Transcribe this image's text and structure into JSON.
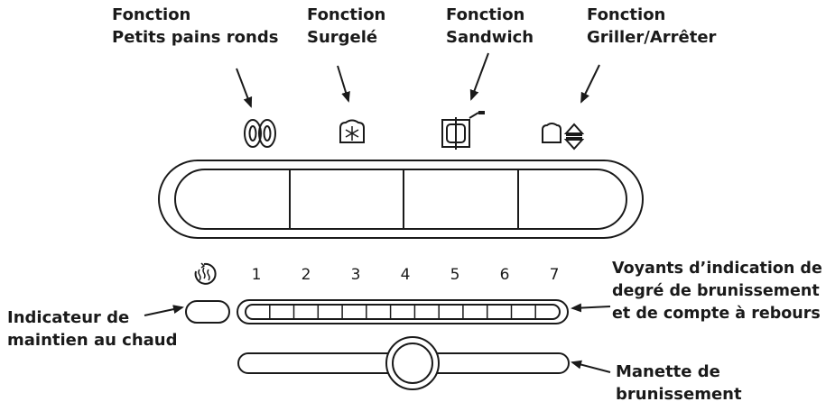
{
  "labels": {
    "bagel": {
      "line1": "Fonction",
      "line2": "Petits pains ronds"
    },
    "frozen": {
      "line1": "Fonction",
      "line2": "Surgelé"
    },
    "sandwich": {
      "line1": "Fonction",
      "line2": "Sandwich"
    },
    "toast_stop": {
      "line1": "Fonction",
      "line2": "Griller/Arrêter"
    },
    "keep_warm": {
      "line1": "Indicateur de",
      "line2": "maintien au chaud"
    },
    "leds": {
      "line1": "Voyants d’indication de",
      "line2": "degré de brunissement",
      "line3": "et de compte à rebours"
    },
    "dial": {
      "line1": "Manette de",
      "line2": "brunissement"
    }
  },
  "browning_levels": [
    "1",
    "2",
    "3",
    "4",
    "5",
    "6",
    "7"
  ],
  "icons": [
    "bagel-icon",
    "snowflake-toast-icon",
    "sandwich-icon",
    "toast-up-down-icon",
    "steam-timer-icon"
  ],
  "colors": {
    "stroke": "#1a1a1a",
    "background": "#ffffff"
  }
}
